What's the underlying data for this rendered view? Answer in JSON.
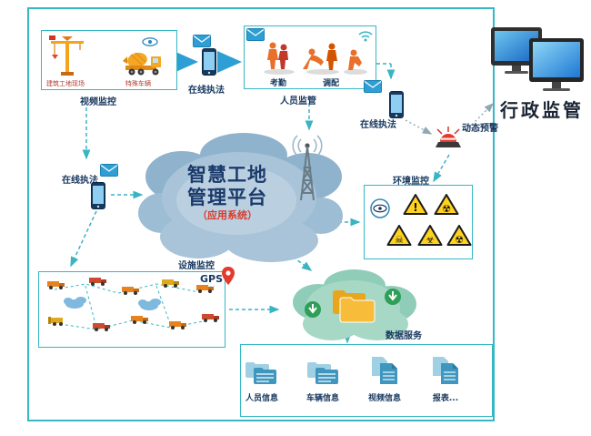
{
  "platform": {
    "title_line1": "智慧工地",
    "title_line2": "管理平台",
    "subtitle": "（应用系统）"
  },
  "admin": {
    "label": "行政监管"
  },
  "site_box": {
    "label_site": "建筑工地现场",
    "label_vehicle": "特殊车辆",
    "caption": "视频监控"
  },
  "personnel_box": {
    "label_attendance": "考勤",
    "label_allocation": "调配",
    "caption": "人员监管"
  },
  "enforcement": {
    "top": "在线执法",
    "left": "在线执法",
    "right": "在线执法"
  },
  "warning": {
    "label": "动态预警"
  },
  "environment": {
    "label": "环境监控",
    "icons": {
      "alert": "!",
      "radiation": "☢",
      "skull": "☠",
      "biohazard": "☣"
    }
  },
  "facility": {
    "label": "设施监控",
    "gps": "GPS"
  },
  "data_service": {
    "label": "数据服务"
  },
  "bottom_items": [
    {
      "label": "人员信息"
    },
    {
      "label": "车辆信息"
    },
    {
      "label": "视频信息"
    },
    {
      "label": "报表..."
    }
  ],
  "colors": {
    "teal": "#35b7c5",
    "navy": "#17375e",
    "red": "#d93a2b",
    "cloud_blue": "#a9c4d8",
    "cloud_green": "#a7d8c5",
    "folder_yellow": "#f2b632"
  }
}
